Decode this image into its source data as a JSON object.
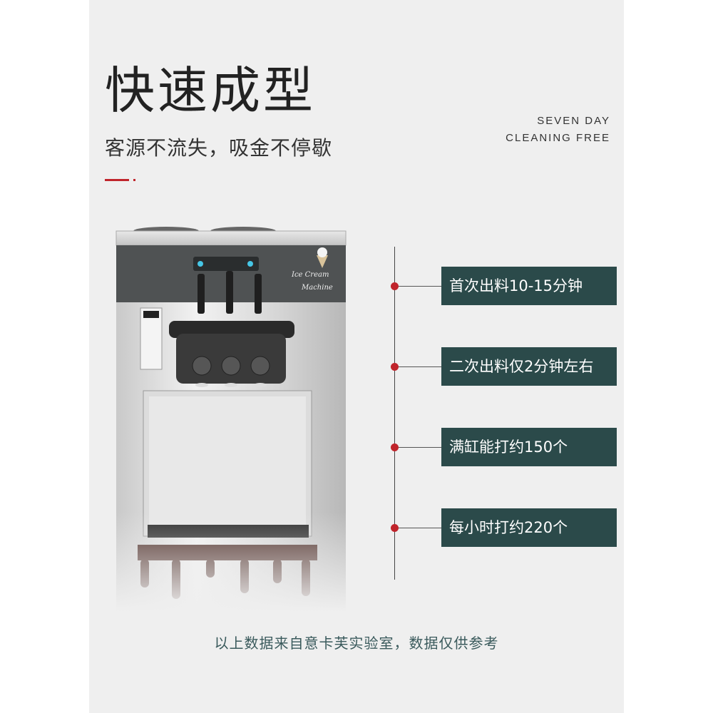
{
  "header": {
    "title": "快速成型",
    "subtitle": "客源不流失，吸金不停歇",
    "en_line1": "SEVEN DAY",
    "en_line2": "CLEANING FREE"
  },
  "specs": [
    {
      "label": "首次出料10-15分钟"
    },
    {
      "label": "二次出料仅2分钟左右"
    },
    {
      "label": "满缸能打约150个"
    },
    {
      "label": "每小时打约220个"
    }
  ],
  "machine": {
    "brand_line1": "Ice Cream",
    "brand_line2": "Machine"
  },
  "footnote": "以上数据来自意卡芙实验室，数据仅供参考",
  "colors": {
    "accent": "#c0242b",
    "box": "#2b4a4a",
    "panel": "#efefef"
  }
}
